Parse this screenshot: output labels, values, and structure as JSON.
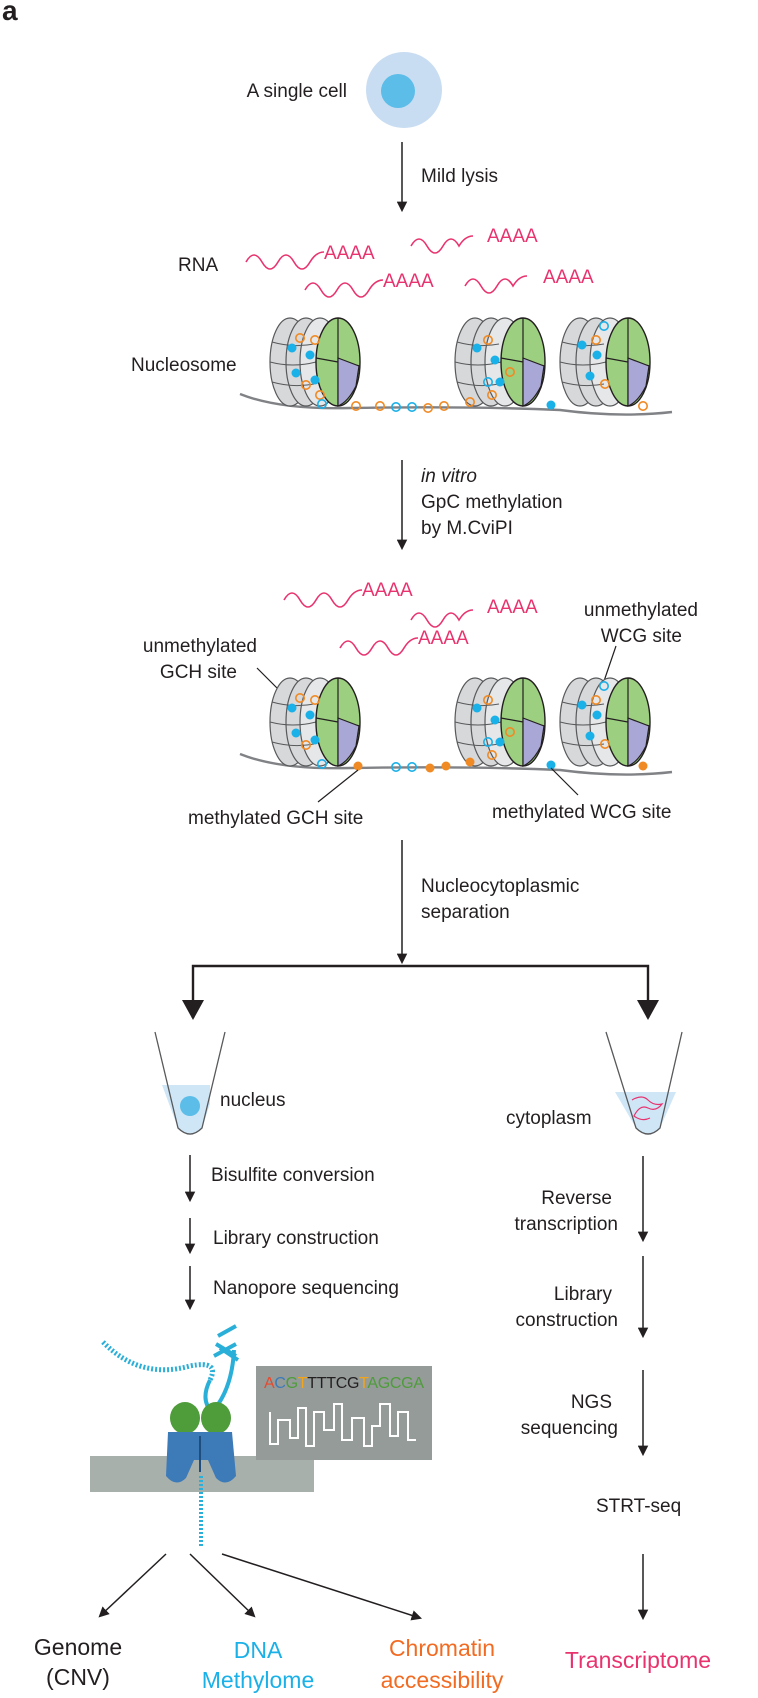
{
  "panel_label": "a",
  "steps": {
    "single_cell": "A single cell",
    "mild_lysis": "Mild lysis",
    "rna": "RNA",
    "polya": "AAAA",
    "nucleosome": "Nucleosome",
    "in_vitro": "in vitro",
    "gpc_methylation": "GpC methylation",
    "by_mcvipi": "by M.CviPI",
    "unmethylated_gch_1": "unmethylated",
    "unmethylated_gch_2": "GCH site",
    "unmethylated_wcg_1": "unmethylated",
    "unmethylated_wcg_2": "WCG site",
    "methylated_gch": "methylated GCH site",
    "methylated_wcg": "methylated WCG site",
    "separation_1": "Nucleocytoplasmic",
    "separation_2": "separation"
  },
  "left_branch": {
    "tube_label": "nucleus",
    "step1": "Bisulfite conversion",
    "step2": "Library construction",
    "step3": "Nanopore sequencing",
    "read_sequence": "ACGTTTTCGTAGCGA"
  },
  "right_branch": {
    "tube_label": "cytoplasm",
    "step1_a": "Reverse",
    "step1_b": "transcription",
    "step2_a": "Library",
    "step2_b": "construction",
    "step3_a": "NGS",
    "step3_b": "sequencing",
    "method": "STRT-seq"
  },
  "outputs": {
    "genome_1": "Genome",
    "genome_2": "(CNV)",
    "methylome_1": "DNA",
    "methylome_2": "Methylome",
    "chromatin_1": "Chromatin",
    "chromatin_2": "accessibility",
    "transcriptome": "Transcriptome"
  },
  "colors": {
    "rna": "#e8336e",
    "methylated_wcg": "#1ab0e8",
    "gch_site": "#f08a24",
    "histone_green": "#9ccf7f",
    "histone_purple": "#a9a7d6",
    "dna_methylome": "#1ab0e8",
    "chromatin": "#f26b22",
    "transcriptome": "#e8336e",
    "nanopore_green": "#4e9c3a",
    "nanopore_blue": "#3d7ab8"
  }
}
